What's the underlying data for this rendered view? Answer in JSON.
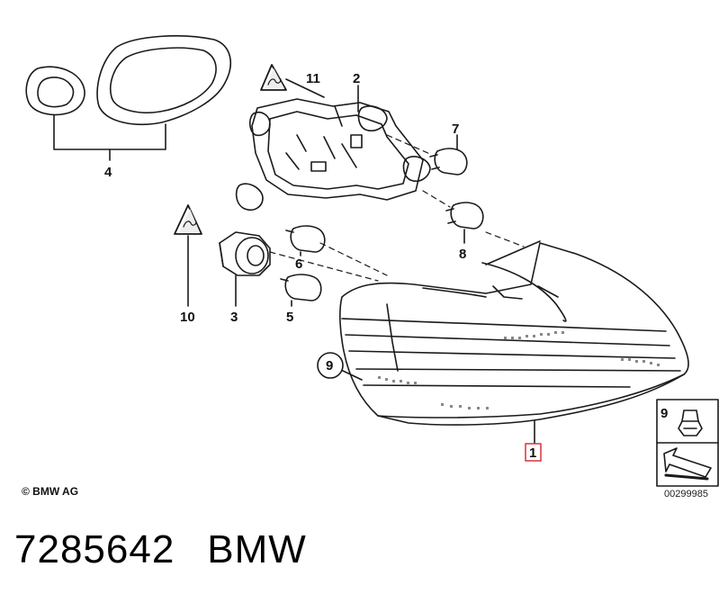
{
  "callouts": {
    "c1": "1",
    "c2": "2",
    "c3": "3",
    "c4": "4",
    "c5": "5",
    "c6": "6",
    "c7": "7",
    "c8": "8",
    "c9": "9",
    "c10": "10",
    "c11": "11",
    "inset9": "9"
  },
  "copyright": "© BMW AG",
  "diagram_number": "00299985",
  "footer": {
    "part_number": "7285642",
    "brand": "BMW"
  },
  "colors": {
    "line": "#1a1a1a",
    "highlight_box": "#d8323a"
  },
  "icons": [
    "warning-triangle-icon",
    "warning-triangle-icon",
    "arrow-icon",
    "clip-nut-icon"
  ]
}
